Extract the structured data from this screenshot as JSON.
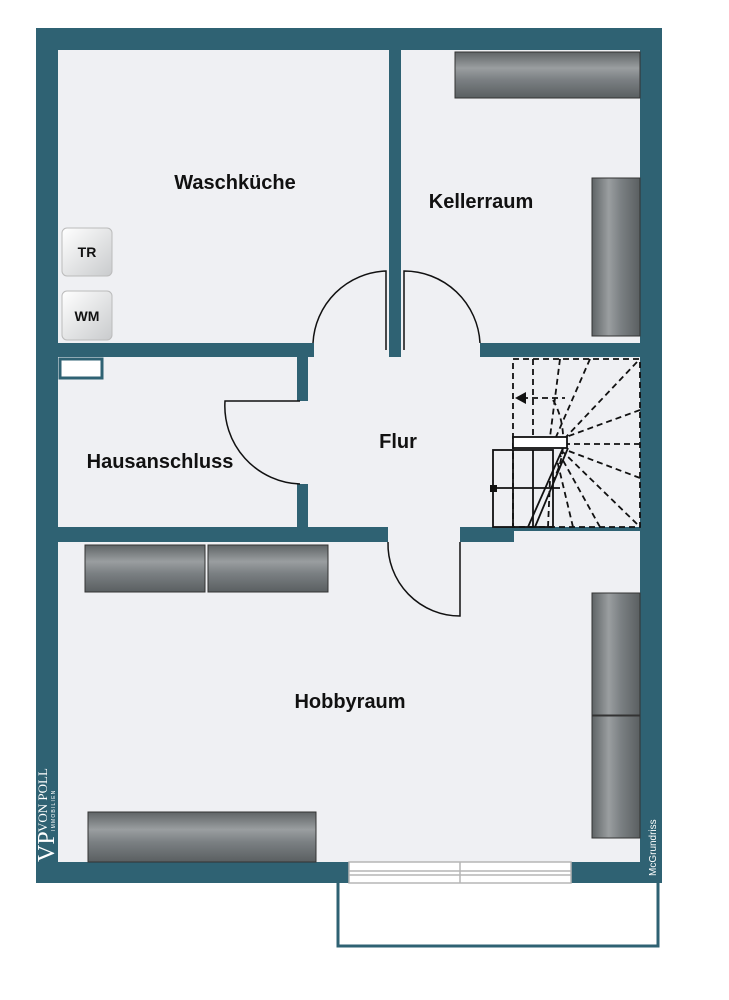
{
  "rooms": {
    "waschkueche": "Waschküche",
    "kellerraum": "Kellerraum",
    "hausanschluss": "Hausanschluss",
    "flur": "Flur",
    "hobbyraum": "Hobbyraum"
  },
  "appliances": {
    "dryer": "TR",
    "washer": "WM"
  },
  "branding": {
    "logo_initials": "VP",
    "logo_name": "VON POLL",
    "logo_sub": "IMMOBILIEN",
    "credit": "McGrundriss"
  },
  "colors": {
    "wall": "#2f6273",
    "floor": "#eff0f3",
    "cabinet": "#7d8183"
  }
}
